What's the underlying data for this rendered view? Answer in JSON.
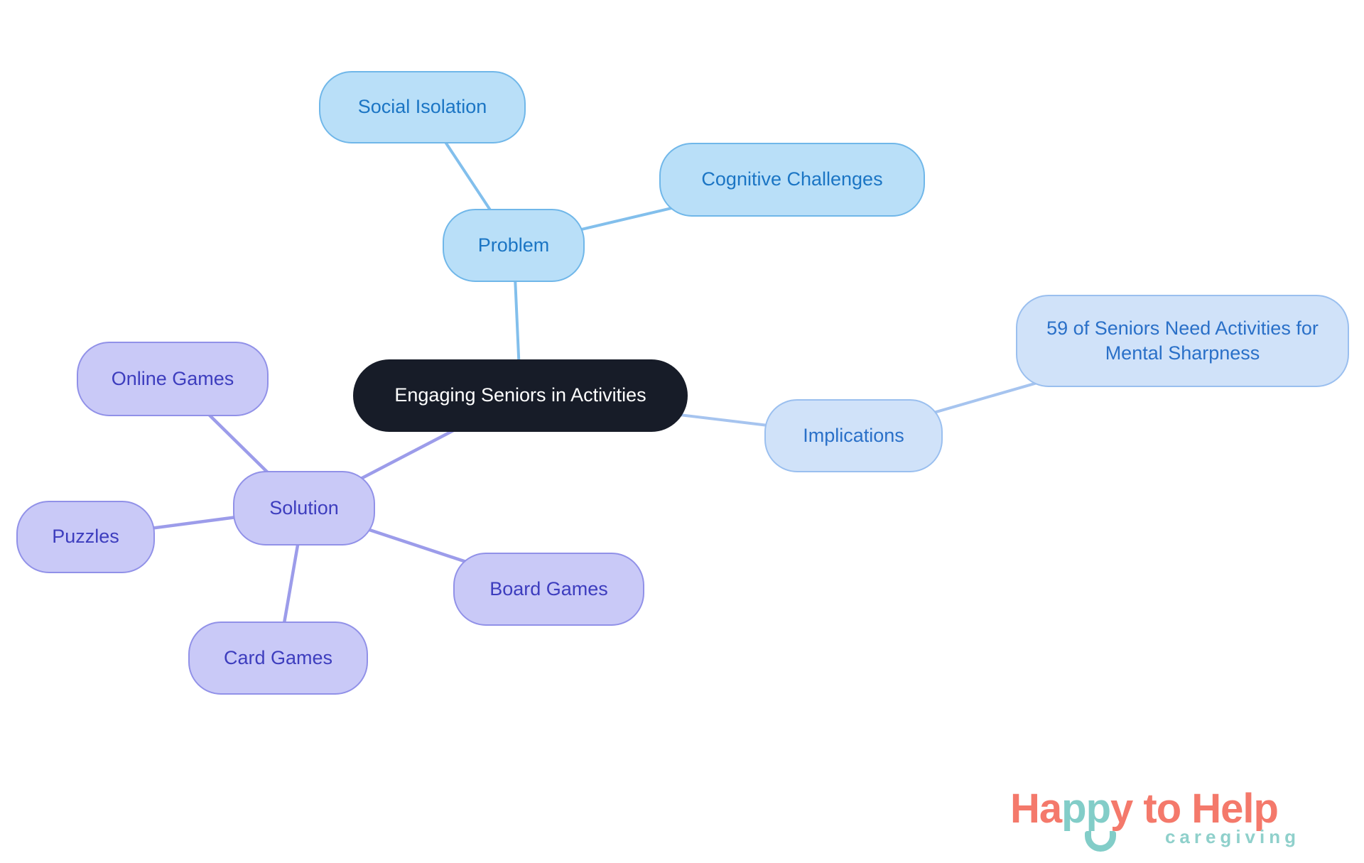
{
  "diagram": {
    "type": "mindmap",
    "background": "#ffffff",
    "nodes": {
      "central": {
        "label": "Engaging Seniors in Activities",
        "fill": "#171C28",
        "text_color": "#ffffff"
      },
      "problem": {
        "label": "Problem"
      },
      "social_isolation": {
        "label": "Social Isolation"
      },
      "cognitive_challenges": {
        "label": "Cognitive Challenges"
      },
      "implications": {
        "label": "Implications"
      },
      "stat": {
        "label": "59 of Seniors Need Activities for Mental Sharpness"
      },
      "solution": {
        "label": "Solution"
      },
      "online_games": {
        "label": "Online Games"
      },
      "puzzles": {
        "label": "Puzzles"
      },
      "card_games": {
        "label": "Card Games"
      },
      "board_games": {
        "label": "Board Games"
      }
    },
    "edges": [
      {
        "from": "problem",
        "to": "social_isolation"
      },
      {
        "from": "problem",
        "to": "cognitive_challenges"
      },
      {
        "from": "central",
        "to": "problem"
      },
      {
        "from": "central",
        "to": "implications"
      },
      {
        "from": "implications",
        "to": "stat"
      },
      {
        "from": "central",
        "to": "solution"
      },
      {
        "from": "solution",
        "to": "online_games"
      },
      {
        "from": "solution",
        "to": "puzzles"
      },
      {
        "from": "solution",
        "to": "card_games"
      },
      {
        "from": "solution",
        "to": "board_games"
      }
    ],
    "styles": {
      "problem_family": {
        "fill": "#B9DFF8",
        "border": "#70B7E9",
        "text": "#1B75C4",
        "edge": "#82BFEC"
      },
      "implications_family": {
        "fill": "#D0E2F9",
        "border": "#9ABFEF",
        "text": "#2A70C8",
        "edge": "#A6C4EF"
      },
      "solution_family": {
        "fill": "#C9C9F7",
        "border": "#9191E8",
        "text": "#3D3DBE",
        "edge": "#9C9CEA"
      }
    }
  },
  "logo": {
    "part1": "Ha",
    "part2": "pp",
    "part3": "y to Help",
    "tagline": "caregiving",
    "coral": "#F4796B",
    "teal": "#82CDC8"
  }
}
